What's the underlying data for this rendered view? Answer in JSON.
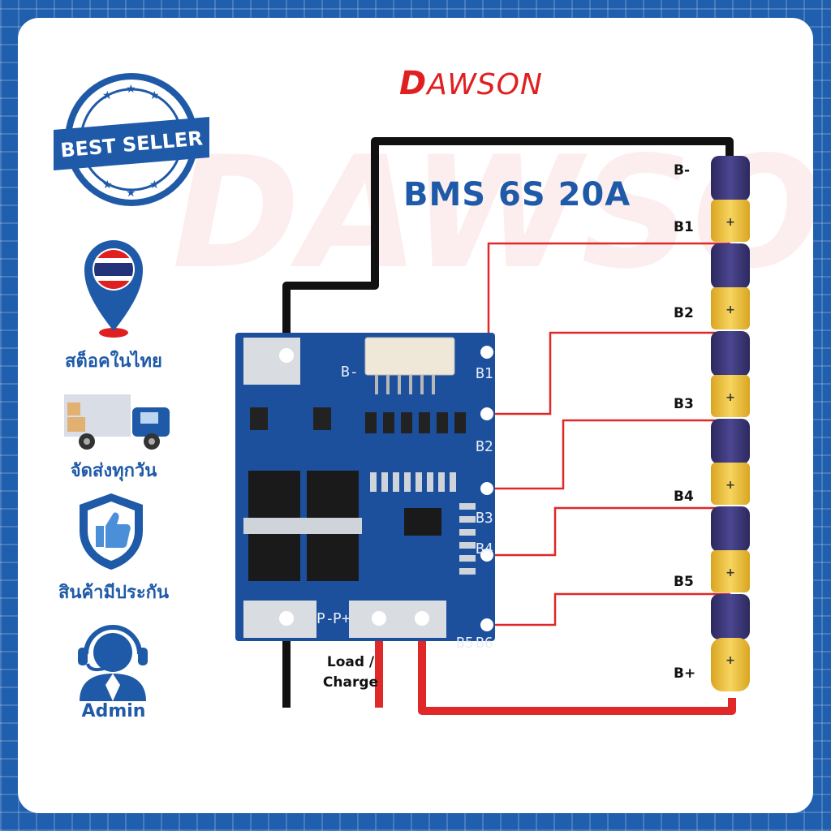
{
  "brand": {
    "initial": "D",
    "rest": "AWSON",
    "watermark": "DAWSON"
  },
  "badge": {
    "text": "BEST SELLER"
  },
  "title": "BMS 6S 20A",
  "features": [
    {
      "icon": "thai-location-pin-icon",
      "label": "สต็อคในไทย"
    },
    {
      "icon": "delivery-truck-icon",
      "label": "จัดส่งทุกวัน"
    },
    {
      "icon": "thumbs-up-shield-icon",
      "label": "สินค้ามีประกัน"
    },
    {
      "icon": "admin-headset-icon",
      "label": "Admin"
    }
  ],
  "battery_terminals": [
    "B-",
    "B1",
    "B2",
    "B3",
    "B4",
    "B5",
    "B+"
  ],
  "pcb_labels": {
    "bminus": "B-",
    "pminus": "P-",
    "pplus": "P+",
    "b1": "B1",
    "b2": "B2",
    "b3": "B3",
    "b4": "B4",
    "b5": "B5",
    "b6": "B6"
  },
  "load_label": {
    "line1": "Load /",
    "line2": "Charge"
  },
  "colors": {
    "accent_blue": "#1f5aa8",
    "brand_red": "#e02020",
    "wire_red": "#e02828",
    "wire_black": "#111111",
    "pcb_blue": "#1c4f9c",
    "cell_purple": "#3e3a78",
    "cell_yellow": "#f1c232"
  }
}
